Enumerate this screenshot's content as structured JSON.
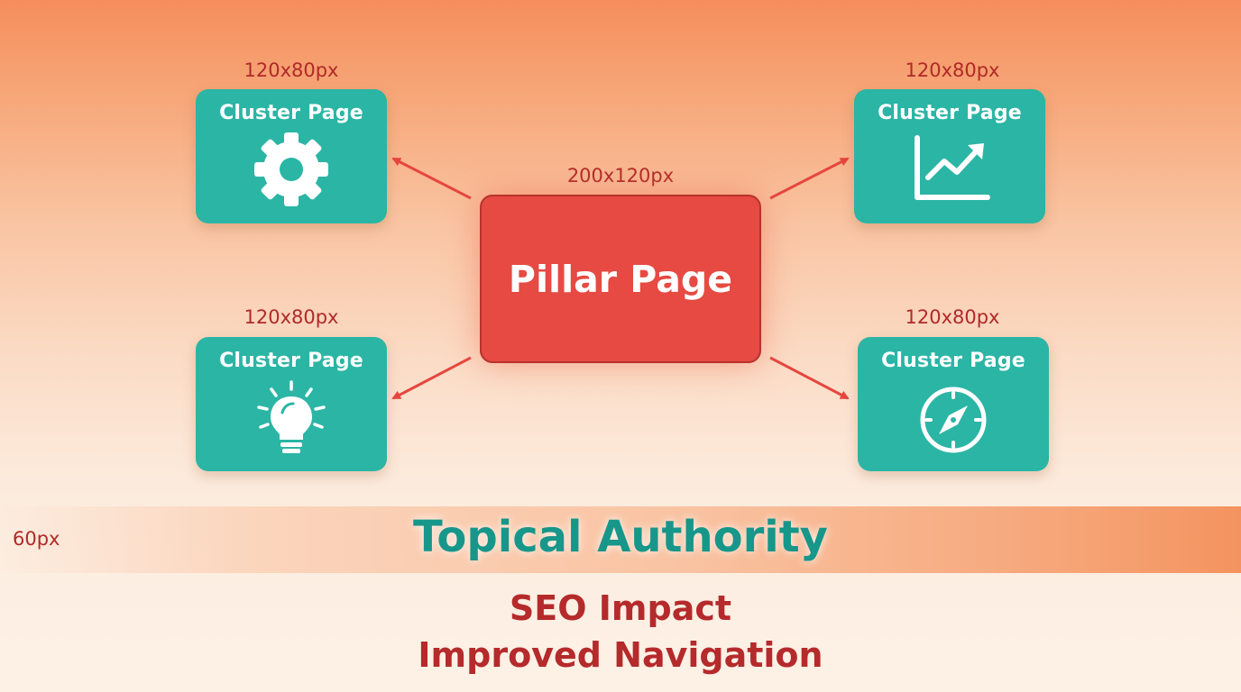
{
  "pillar": {
    "title": "Pillar Page",
    "size_label": "200x120px"
  },
  "clusters": [
    {
      "title": "Cluster Page",
      "size_label": "120x80px",
      "icon": "gear-icon"
    },
    {
      "title": "Cluster Page",
      "size_label": "120x80px",
      "icon": "trending-chart-icon"
    },
    {
      "title": "Cluster Page",
      "size_label": "120x80px",
      "icon": "lightbulb-icon"
    },
    {
      "title": "Cluster Page",
      "size_label": "120x80px",
      "icon": "compass-icon"
    }
  ],
  "band": {
    "side_label": "60px",
    "title": "Topical Authority"
  },
  "impacts": [
    "SEO Impact",
    "Improved Navigation"
  ],
  "colors": {
    "cluster": "#2bb5a5",
    "pillar": "#e64a42",
    "arrow": "#e5473f",
    "accent_text": "#b52a2b",
    "band_title": "#17968a"
  }
}
